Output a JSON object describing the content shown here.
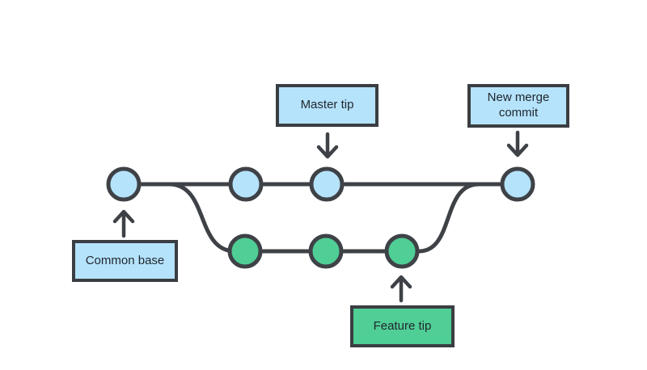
{
  "labels": {
    "master_tip": "Master tip",
    "new_merge_commit": "New merge commit",
    "common_base": "Common base",
    "feature_tip": "Feature tip"
  },
  "colors": {
    "commit_blue": "#b5e3fb",
    "commit_green": "#4fce95",
    "line_dark": "#3e4247",
    "label_border": "#3a3e42",
    "label_text": "#21272f",
    "background": "#ffffff"
  },
  "graph": {
    "master_branch_commit_count": 4,
    "feature_branch_commit_count": 3,
    "annotated_commits": [
      "Common base",
      "Master tip",
      "Feature tip",
      "New merge commit"
    ]
  }
}
